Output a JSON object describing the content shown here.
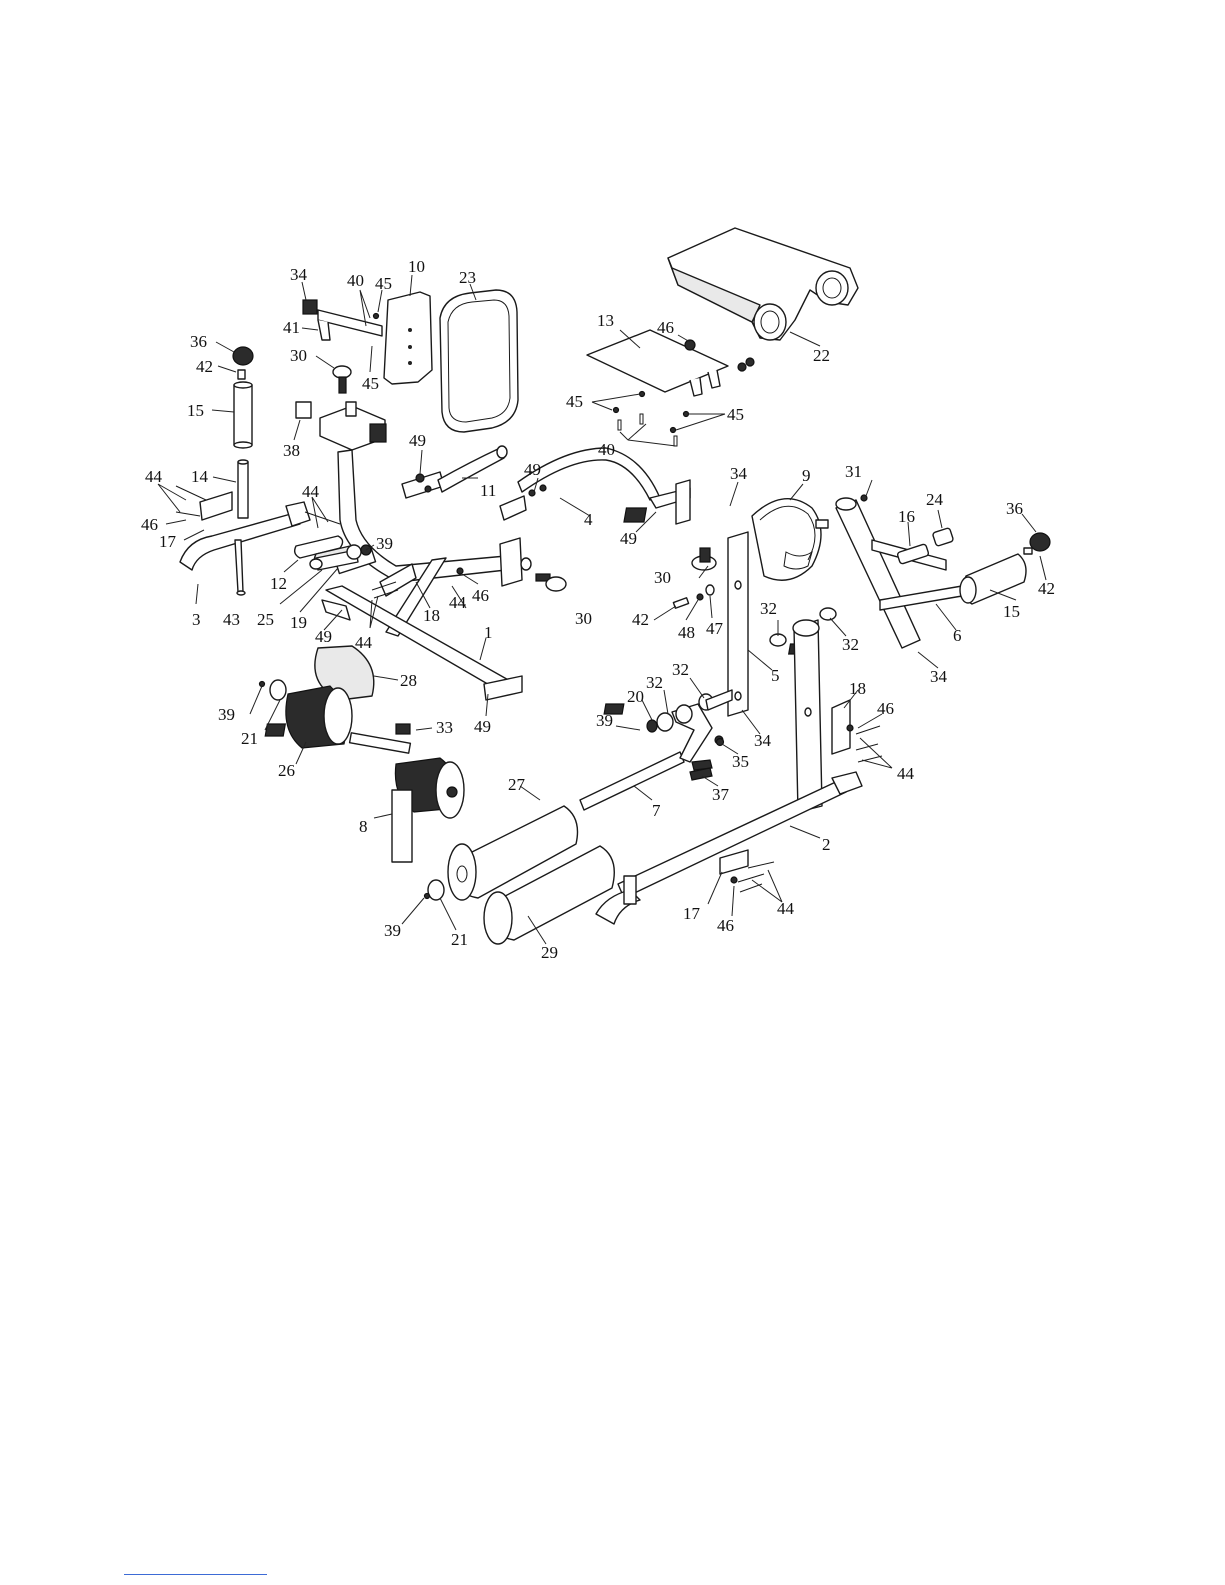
{
  "diagram": {
    "callouts": [
      {
        "id": "c10",
        "text": "10"
      },
      {
        "id": "c23",
        "text": "23"
      },
      {
        "id": "c34a",
        "text": "34"
      },
      {
        "id": "c40a",
        "text": "40"
      },
      {
        "id": "c45a",
        "text": "45"
      },
      {
        "id": "c41",
        "text": "41"
      },
      {
        "id": "c30a",
        "text": "30"
      },
      {
        "id": "c45b",
        "text": "45"
      },
      {
        "id": "c36a",
        "text": "36"
      },
      {
        "id": "c42a",
        "text": "42"
      },
      {
        "id": "c15a",
        "text": "15"
      },
      {
        "id": "c38",
        "text": "38"
      },
      {
        "id": "c14",
        "text": "14"
      },
      {
        "id": "c44a",
        "text": "44"
      },
      {
        "id": "c44b",
        "text": "44"
      },
      {
        "id": "c46a",
        "text": "46"
      },
      {
        "id": "c17a",
        "text": "17"
      },
      {
        "id": "c12",
        "text": "12"
      },
      {
        "id": "c3",
        "text": "3"
      },
      {
        "id": "c43",
        "text": "43"
      },
      {
        "id": "c25",
        "text": "25"
      },
      {
        "id": "c19",
        "text": "19"
      },
      {
        "id": "c39a",
        "text": "39"
      },
      {
        "id": "c49a",
        "text": "49"
      },
      {
        "id": "c11",
        "text": "11"
      },
      {
        "id": "c18a",
        "text": "18"
      },
      {
        "id": "c44c",
        "text": "44"
      },
      {
        "id": "c46b",
        "text": "46"
      },
      {
        "id": "c44d",
        "text": "44"
      },
      {
        "id": "c49b",
        "text": "49"
      },
      {
        "id": "c1",
        "text": "1"
      },
      {
        "id": "c30b",
        "text": "30"
      },
      {
        "id": "c13",
        "text": "13"
      },
      {
        "id": "c46c",
        "text": "46"
      },
      {
        "id": "c22",
        "text": "22"
      },
      {
        "id": "c45c",
        "text": "45"
      },
      {
        "id": "c45d",
        "text": "45"
      },
      {
        "id": "c40b",
        "text": "40"
      },
      {
        "id": "c49c",
        "text": "49"
      },
      {
        "id": "c4",
        "text": "4"
      },
      {
        "id": "c49d",
        "text": "49"
      },
      {
        "id": "c34b",
        "text": "34"
      },
      {
        "id": "c9",
        "text": "9"
      },
      {
        "id": "c31",
        "text": "31"
      },
      {
        "id": "c36b",
        "text": "36"
      },
      {
        "id": "c16",
        "text": "16"
      },
      {
        "id": "c24",
        "text": "24"
      },
      {
        "id": "c30c",
        "text": "30"
      },
      {
        "id": "c42b",
        "text": "42"
      },
      {
        "id": "c15b",
        "text": "15"
      },
      {
        "id": "c42c",
        "text": "42"
      },
      {
        "id": "c48",
        "text": "48"
      },
      {
        "id": "c47",
        "text": "47"
      },
      {
        "id": "c6",
        "text": "6"
      },
      {
        "id": "c34c",
        "text": "34"
      },
      {
        "id": "c32a",
        "text": "32"
      },
      {
        "id": "c32b",
        "text": "32"
      },
      {
        "id": "c5",
        "text": "5"
      },
      {
        "id": "c32c",
        "text": "32"
      },
      {
        "id": "c20",
        "text": "20"
      },
      {
        "id": "c32d",
        "text": "32"
      },
      {
        "id": "c39b",
        "text": "39"
      },
      {
        "id": "c34d",
        "text": "34"
      },
      {
        "id": "c35",
        "text": "35"
      },
      {
        "id": "c37",
        "text": "37"
      },
      {
        "id": "c7",
        "text": "7"
      },
      {
        "id": "c18b",
        "text": "18"
      },
      {
        "id": "c46d",
        "text": "46"
      },
      {
        "id": "c44e",
        "text": "44"
      },
      {
        "id": "c2",
        "text": "2"
      },
      {
        "id": "c39c",
        "text": "39"
      },
      {
        "id": "c21a",
        "text": "21"
      },
      {
        "id": "c26",
        "text": "26"
      },
      {
        "id": "c28",
        "text": "28"
      },
      {
        "id": "c33",
        "text": "33"
      },
      {
        "id": "c49e",
        "text": "49"
      },
      {
        "id": "c8",
        "text": "8"
      },
      {
        "id": "c27",
        "text": "27"
      },
      {
        "id": "c39d",
        "text": "39"
      },
      {
        "id": "c21b",
        "text": "21"
      },
      {
        "id": "c29",
        "text": "29"
      },
      {
        "id": "c17b",
        "text": "17"
      },
      {
        "id": "c46e",
        "text": "46"
      },
      {
        "id": "c44f",
        "text": "44"
      }
    ]
  }
}
